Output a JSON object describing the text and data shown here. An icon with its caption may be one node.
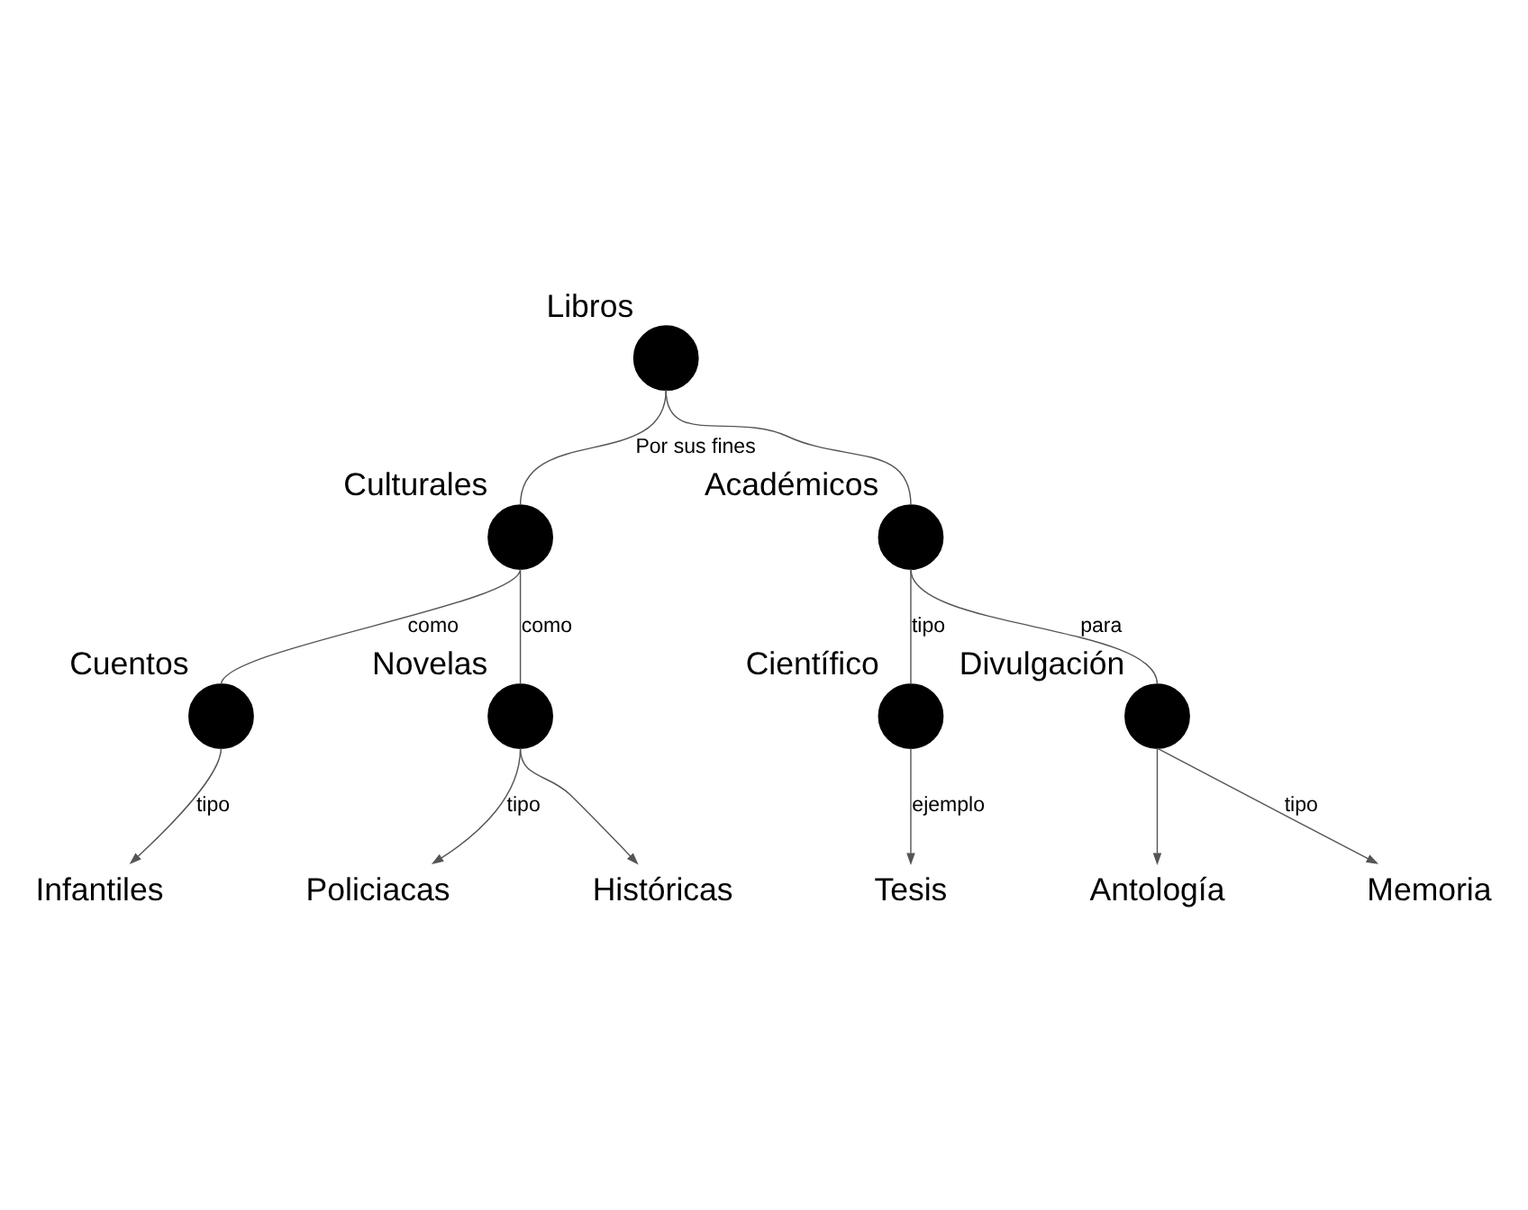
{
  "diagram": {
    "nodes": [
      {
        "text": [
          "Libros"
        ]
      },
      {
        "text": [
          "Culturales"
        ]
      },
      {
        "text": [
          "Académicos"
        ]
      },
      {
        "text": [
          "Cuentos"
        ]
      },
      {
        "text": [
          "Novelas"
        ]
      },
      {
        "text": [
          "Científico"
        ]
      },
      {
        "text": [
          "Divulgación"
        ]
      },
      {
        "text": [
          "Infantiles"
        ]
      },
      {
        "text": [
          "Policiacas"
        ]
      },
      {
        "text": [
          "Históricas"
        ]
      },
      {
        "text": [
          "Tesis"
        ]
      },
      {
        "text": [
          "Antología"
        ]
      },
      {
        "text": [
          "Memoria"
        ]
      }
    ],
    "edges": [
      {
        "from": 0,
        "to": 1,
        "arrow": "none",
        "label": "Por sus fines"
      },
      {
        "from": 0,
        "to": 2,
        "arrow": "none"
      },
      {
        "from": 1,
        "to": 3,
        "arrow": "none",
        "label": "como"
      },
      {
        "from": 1,
        "to": 4,
        "arrow": "none",
        "label": "como"
      },
      {
        "from": 2,
        "to": 5,
        "arrow": "none",
        "label": "tipo"
      },
      {
        "from": 2,
        "to": 6,
        "arrow": "none",
        "label": "para"
      },
      {
        "from": 3,
        "to": 7,
        "arrow": "to",
        "label": "tipo"
      },
      {
        "from": 4,
        "to": 8,
        "arrow": "to",
        "label": "tipo"
      },
      {
        "from": 4,
        "to": 9,
        "arrow": "to"
      },
      {
        "from": 5,
        "to": 10,
        "arrow": "to",
        "label": "ejemplo"
      },
      {
        "from": 6,
        "to": 11,
        "arrow": "to"
      },
      {
        "from": 6,
        "to": 12,
        "arrow": "to",
        "label": "tipo"
      }
    ]
  }
}
